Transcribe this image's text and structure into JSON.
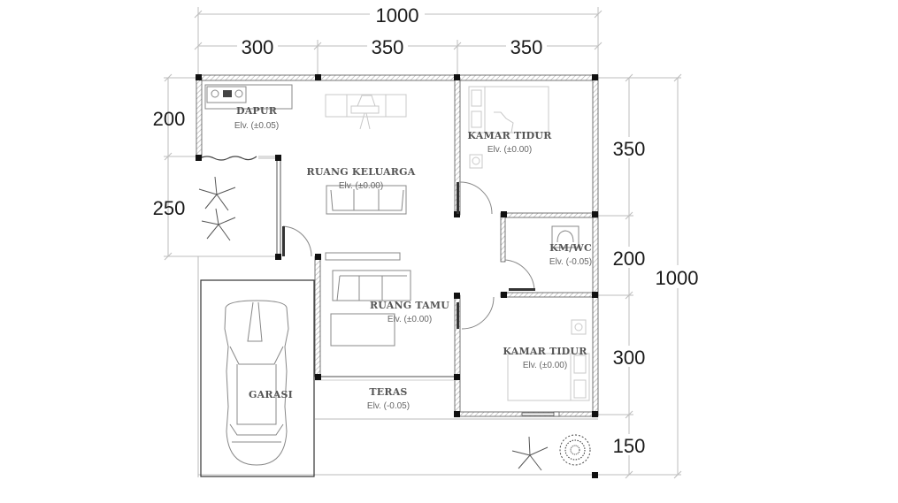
{
  "drawing": {
    "type": "house floor plan",
    "units": "cm"
  },
  "dimensions": {
    "top_total": "1000",
    "top_segments": [
      "300",
      "350",
      "350"
    ],
    "left_segments": [
      "200",
      "250"
    ],
    "right_segments": [
      "350",
      "200",
      "300",
      "150"
    ],
    "right_total": "1000"
  },
  "rooms": {
    "dapur": {
      "name": "DAPUR",
      "elevation": "Elv. (±0.05)"
    },
    "ruang_keluarga": {
      "name": "RUANG KELUARGA",
      "elevation": "Elv. (±0.00)"
    },
    "kamar_tidur_1": {
      "name": "KAMAR TIDUR",
      "elevation": "Elv. (±0.00)"
    },
    "km_wc": {
      "name": "KM/WC",
      "elevation": "Elv. (-0.05)"
    },
    "ruang_tamu": {
      "name": "RUANG TAMU",
      "elevation": "Elv. (±0.00)"
    },
    "kamar_tidur_2": {
      "name": "KAMAR TIDUR",
      "elevation": "Elv. (±0.00)"
    },
    "teras": {
      "name": "TERAS",
      "elevation": "Elv. (-0.05)"
    },
    "garasi": {
      "name": "GARASI"
    }
  },
  "colors": {
    "wall_stroke": "#555555",
    "column": "#111111",
    "dimension_line": "#bdbdbd",
    "text": "#1a1a1a"
  }
}
